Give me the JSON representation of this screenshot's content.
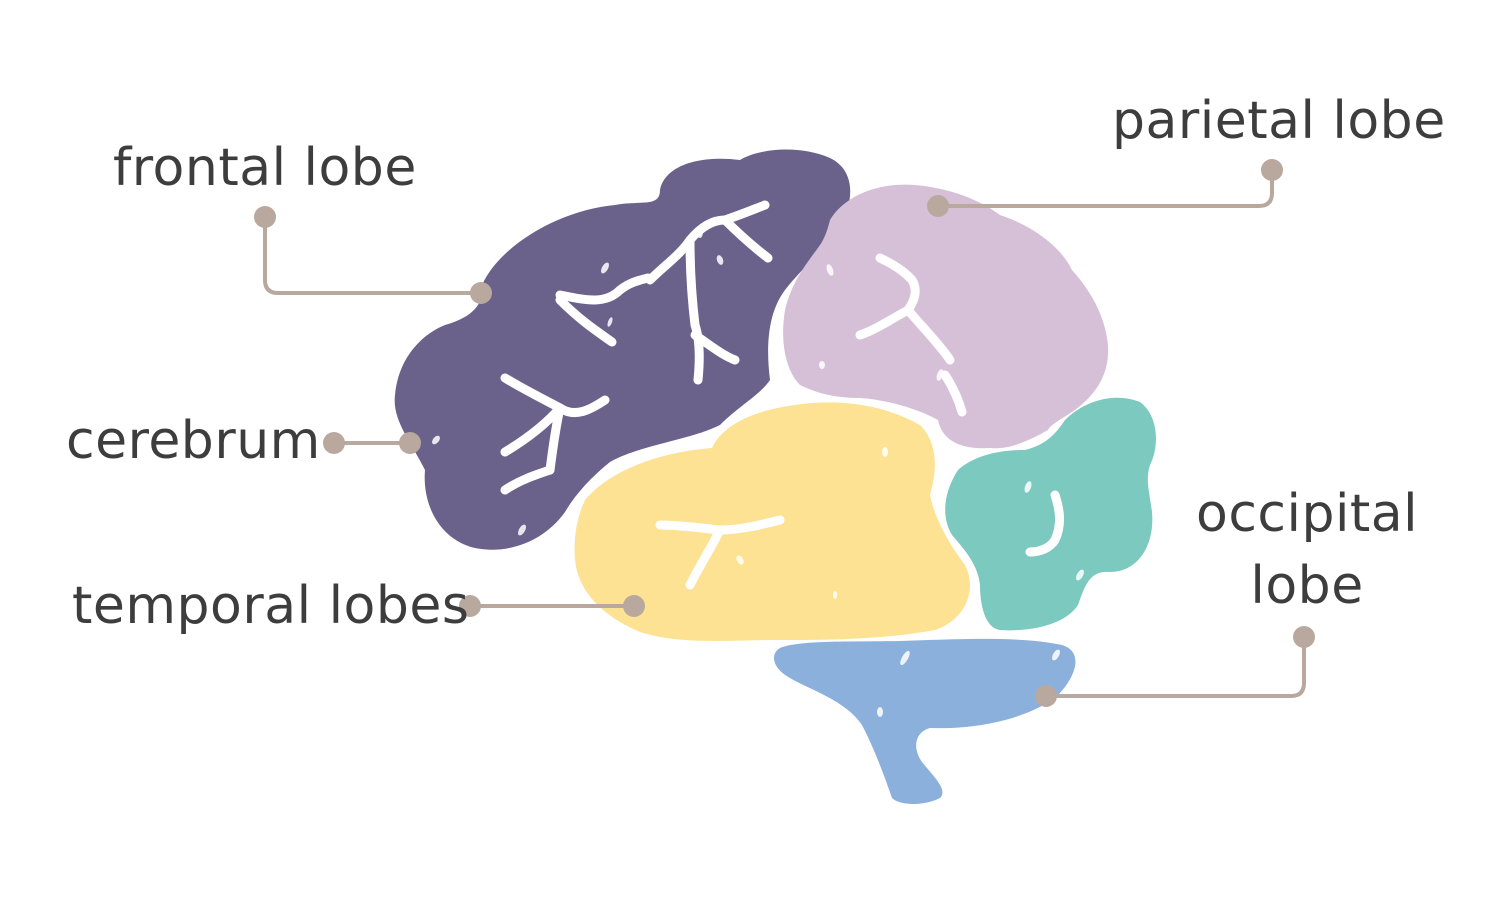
{
  "labels": {
    "frontal": "frontal lobe",
    "parietal": "parietal lobe",
    "cerebrum": "cerebrum",
    "temporal": "temporal lobes",
    "occipital_line1": "occipital",
    "occipital_line2": "lobe"
  },
  "colors": {
    "frontal": "#6b628b",
    "parietal": "#d6c0d7",
    "temporal": "#fde294",
    "occipital": "#7cc9bf",
    "cerebellum": "#8cb0dc",
    "leader": "#b8a89e",
    "text": "#3d3d3d"
  }
}
